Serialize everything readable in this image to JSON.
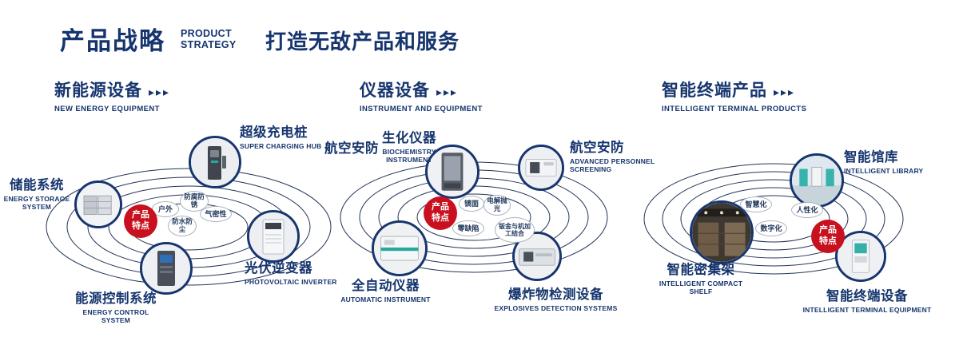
{
  "arrows": "▸▸▸",
  "header": {
    "title": "产品战略",
    "subtitle_line1": "PRODUCT",
    "subtitle_line2": "STRATEGY",
    "tagline": "打造无敌产品和服务"
  },
  "colors": {
    "navy": "#16356e",
    "badge_red": "#c8101e",
    "ring_stroke": "#223457",
    "tag_border": "#a9b2bd"
  },
  "sections": [
    {
      "title": "新能源设备",
      "subtitle": "NEW ENERGY EQUIPMENT",
      "badge_line1": "产品",
      "badge_line2": "特点",
      "tags": [
        "户外",
        "防腐防锈",
        "气密性",
        "防水防尘"
      ],
      "products": [
        {
          "name": "超级充电桩",
          "en": "SUPER CHARGING HUB"
        },
        {
          "name": "储能系统",
          "en": "ENERGY STORAGE SYSTEM"
        },
        {
          "name": "光伏逆变器",
          "en": "PHOTOVOLTAIC INVERTER"
        },
        {
          "name": "能源控制系统",
          "en": "ENERGY CONTROL SYSTEM"
        }
      ]
    },
    {
      "title": "仪器设备",
      "subtitle": "INSTRUMENT AND EQUIPMENT",
      "badge_line1": "产品",
      "badge_line2": "特点",
      "extra_label": "航空安防",
      "tags": [
        "镜面",
        "电解抛光",
        "零缺陷",
        "钣金与机加工结合"
      ],
      "products": [
        {
          "name": "生化仪器",
          "en": "BIOCHEMISTRY INSTRUMENT"
        },
        {
          "name": "航空安防",
          "en": "ADVANCED PERSONNEL SCREENING"
        },
        {
          "name": "全自动仪器",
          "en": "AUTOMATIC INSTRUMENT"
        },
        {
          "name": "爆炸物检测设备",
          "en": "EXPLOSIVES DETECTION SYSTEMS"
        }
      ]
    },
    {
      "title": "智能终端产品",
      "subtitle": "INTELLIGENT TERMINAL PRODUCTS",
      "badge_line1": "产品",
      "badge_line2": "特点",
      "tags": [
        "智慧化",
        "人性化",
        "数字化"
      ],
      "products": [
        {
          "name": "智能馆库",
          "en": "INTELLIGENT LIBRARY"
        },
        {
          "name": "智能密集架",
          "en": "INTELLIGENT COMPACT SHELF"
        },
        {
          "name": "智能终端设备",
          "en": "INTELLIGENT TERMINAL EQUIPMENT"
        }
      ]
    }
  ]
}
